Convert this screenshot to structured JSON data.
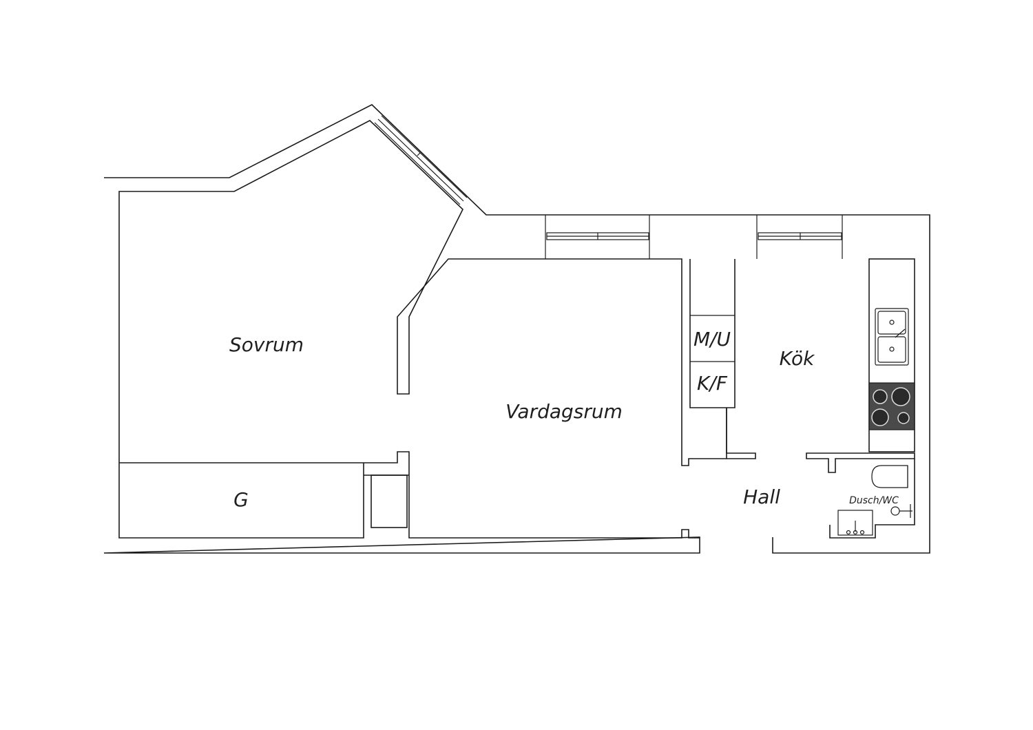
{
  "floorplan": {
    "rooms": {
      "sovrum": "Sovrum",
      "vardagsrum": "Vardagsrum",
      "kok": "Kök",
      "hall": "Hall",
      "garderob": "G",
      "mu": "M/U",
      "kf": "K/F",
      "dusch_wc": "Dusch/WC"
    },
    "colors": {
      "line": "#1a1a1a",
      "stove": "#4a4a4a",
      "background": "#ffffff"
    }
  }
}
